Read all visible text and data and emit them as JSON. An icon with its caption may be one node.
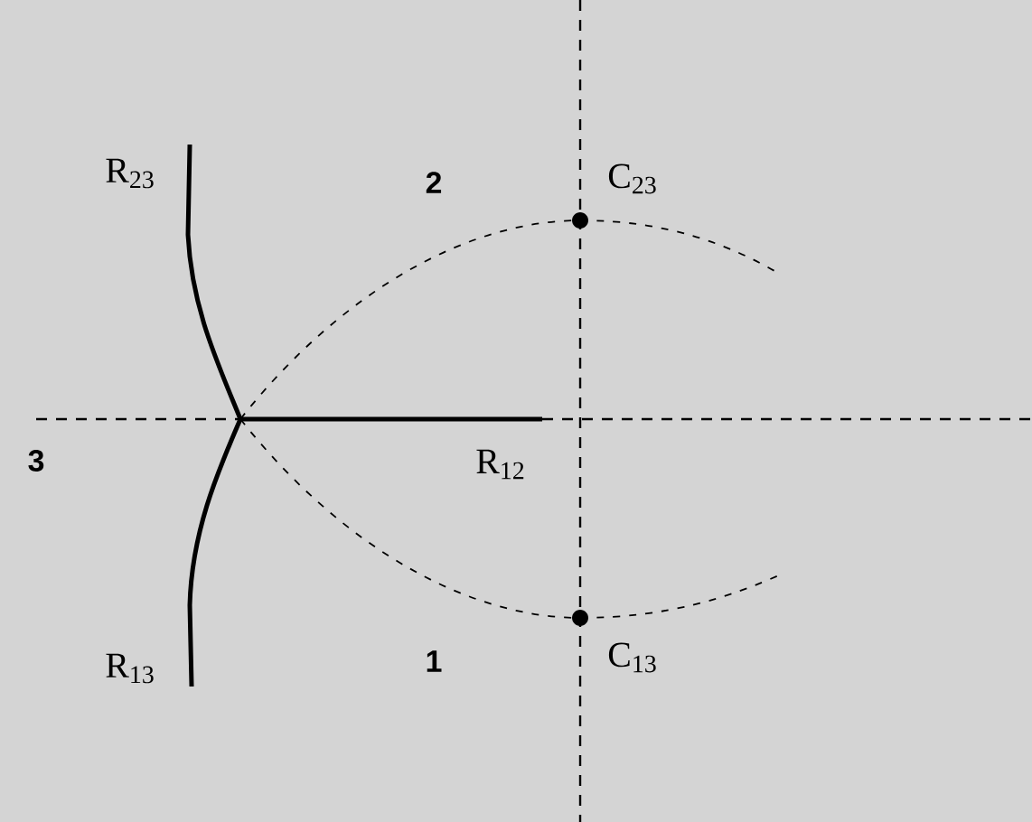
{
  "diagram": {
    "labels": [
      "R$_{23}$",
      "2",
      "C$_{23}$",
      "3",
      "R$_{12}$",
      "R$_{13}$",
      "1",
      "C$_{13}$"
    ]
  }
}
